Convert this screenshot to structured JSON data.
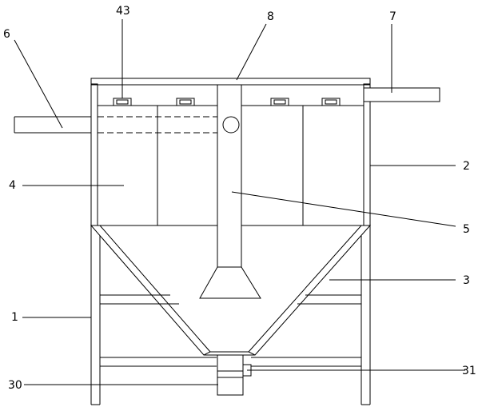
{
  "labels": {
    "l43": "43",
    "l8": "8",
    "l7": "7",
    "l6": "6",
    "l2": "2",
    "l4": "4",
    "l5": "5",
    "l3": "3",
    "l1": "1",
    "l30": "30",
    "l31": "31"
  }
}
